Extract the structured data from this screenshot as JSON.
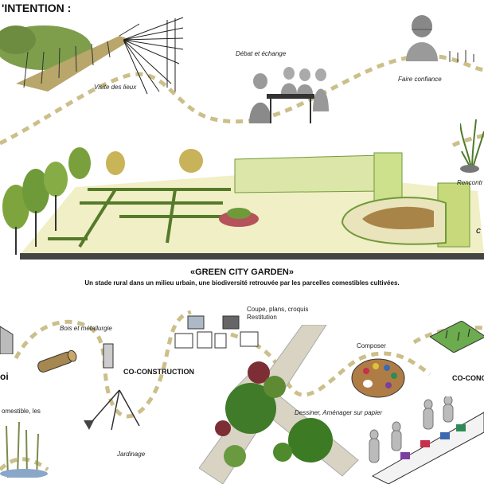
{
  "header": {
    "intention": "'INTENTION :"
  },
  "labels": {
    "visite": "Visite des lieux",
    "debat": "Débat et échange",
    "confiance": "Faire confiance",
    "rencontre": "Rencontr",
    "c_edge": "C",
    "bois": "Bois et métallurgie",
    "coupe": "Coupe, plans, croquis",
    "restitution": "Restitution",
    "composer": "Composer",
    "coconstruction": "CO-CONSTRUCTION",
    "coconc": "CO-CONC",
    "comestible": "omestible, les",
    "oi": "oi",
    "jardinage": "Jardinage",
    "dessiner": "Dessiner, Aménager sur papier"
  },
  "garden": {
    "title": "«GREEN CITY GARDEN»",
    "subtitle": "Un stade rural dans un milieu urbain, une biodiversité retrouvée par les parcelles comestibles cultivées."
  },
  "colors": {
    "path": "#cbbf8a",
    "grass": "#8fae4a",
    "dark_green": "#3f6b26",
    "soil": "#8a6a3a"
  }
}
